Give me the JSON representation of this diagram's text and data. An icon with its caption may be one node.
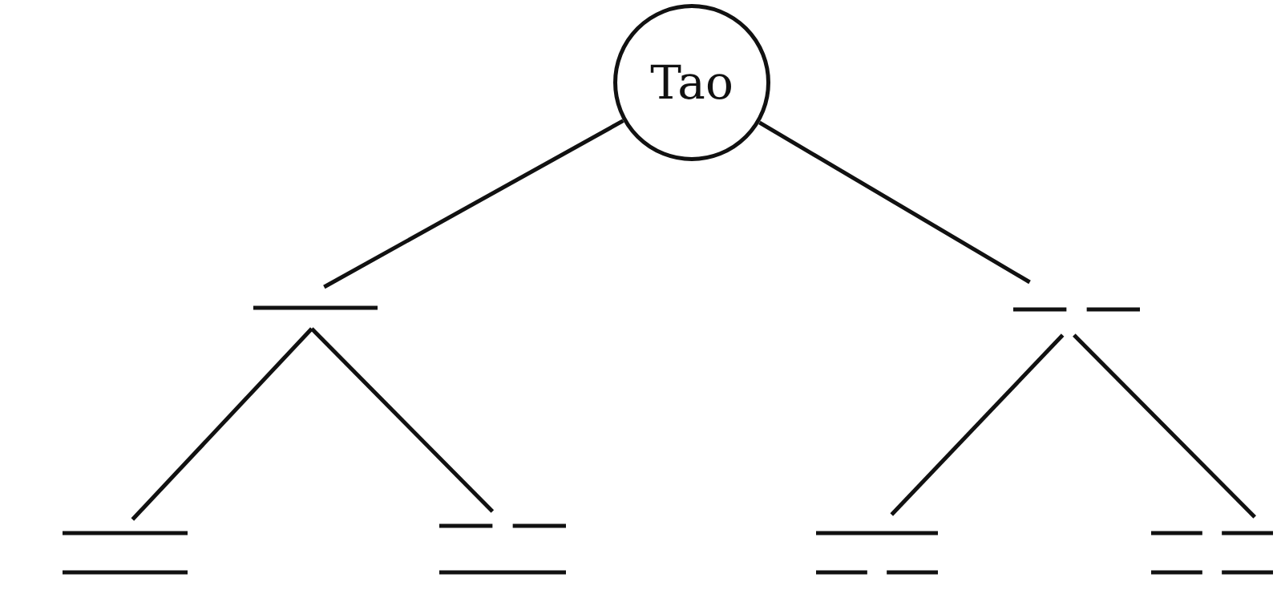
{
  "diagram": {
    "nodes": [
      {
        "text": [
          "Tao"
        ]
      },
      {
        "text": [],
        "shape": "bar"
      },
      {
        "text": [],
        "shape": "bar"
      },
      {
        "text": [],
        "shape": "bar"
      },
      {
        "text": [],
        "shape": "bar"
      },
      {
        "text": [],
        "shape": "bar"
      },
      {
        "text": [],
        "shape": "bar"
      }
    ],
    "edges": [
      {
        "from": 0,
        "to": 1,
        "arrow": "none"
      },
      {
        "from": 0,
        "to": 2,
        "arrow": "none"
      },
      {
        "from": 1,
        "to": 3,
        "arrow": "none"
      },
      {
        "from": 1,
        "to": 4,
        "arrow": "none"
      },
      {
        "from": 2,
        "to": 5,
        "arrow": "none"
      },
      {
        "from": 2,
        "to": 6,
        "arrow": "none"
      }
    ]
  }
}
